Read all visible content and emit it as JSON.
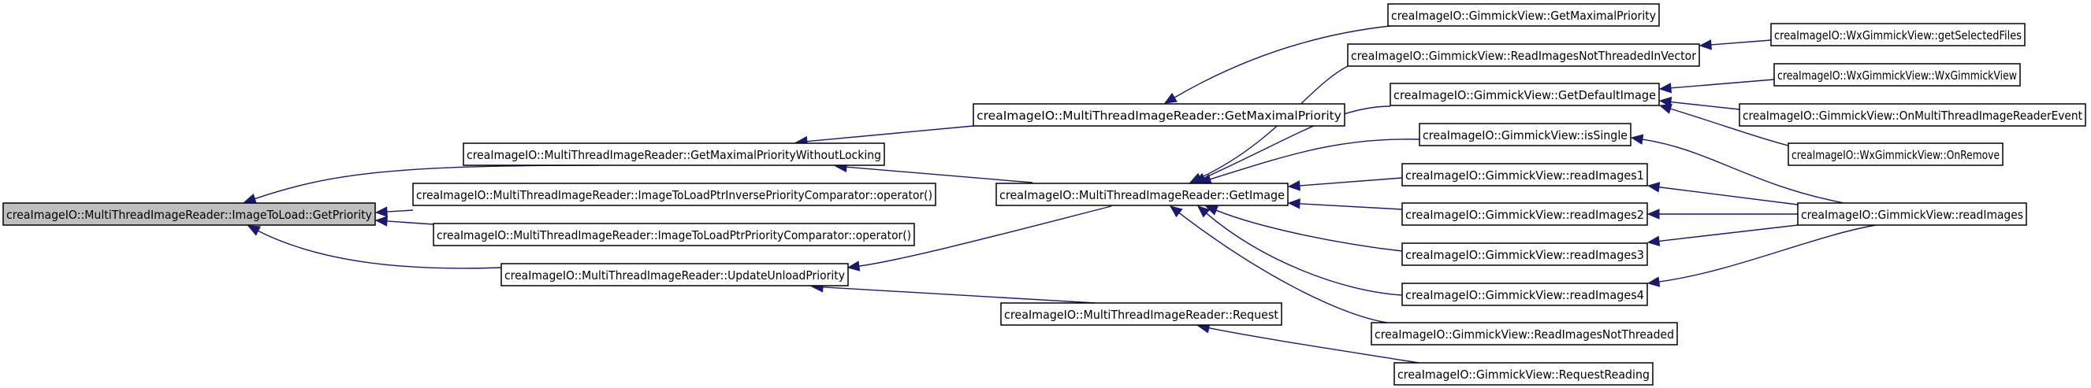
{
  "graph": {
    "colors": {
      "edge": "#191970",
      "node_border": "#000000",
      "root_fill": "#bfbfbf",
      "node_fill": "#ffffff"
    },
    "nodes": [
      {
        "id": "n0",
        "label": "creaImageIO::MultiThreadImageReader::ImageToLoad::GetPriority",
        "root": true
      },
      {
        "id": "n1",
        "label": "creaImageIO::MultiThreadImageReader::GetMaximalPriorityWithoutLocking"
      },
      {
        "id": "n2",
        "label": "creaImageIO::MultiThreadImageReader::ImageToLoadPtrInversePriorityComparator::operator()"
      },
      {
        "id": "n3",
        "label": "creaImageIO::MultiThreadImageReader::ImageToLoadPtrPriorityComparator::operator()"
      },
      {
        "id": "n4",
        "label": "creaImageIO::MultiThreadImageReader::UpdateUnloadPriority"
      },
      {
        "id": "n5",
        "label": "creaImageIO::MultiThreadImageReader::GetMaximalPriority"
      },
      {
        "id": "n6",
        "label": "creaImageIO::MultiThreadImageReader::GetImage"
      },
      {
        "id": "n7",
        "label": "creaImageIO::MultiThreadImageReader::Request"
      },
      {
        "id": "n8",
        "label": "creaImageIO::GimmickView::GetMaximalPriority"
      },
      {
        "id": "n9",
        "label": "creaImageIO::GimmickView::ReadImagesNotThreadedInVector"
      },
      {
        "id": "n10",
        "label": "creaImageIO::GimmickView::GetDefaultImage"
      },
      {
        "id": "n11",
        "label": "creaImageIO::GimmickView::isSingle"
      },
      {
        "id": "n12",
        "label": "creaImageIO::GimmickView::readImages1"
      },
      {
        "id": "n13",
        "label": "creaImageIO::GimmickView::readImages2"
      },
      {
        "id": "n14",
        "label": "creaImageIO::GimmickView::readImages3"
      },
      {
        "id": "n15",
        "label": "creaImageIO::GimmickView::readImages4"
      },
      {
        "id": "n16",
        "label": "creaImageIO::GimmickView::ReadImagesNotThreaded"
      },
      {
        "id": "n17",
        "label": "creaImageIO::GimmickView::RequestReading"
      },
      {
        "id": "n18",
        "label": "creaImageIO::WxGimmickView::getSelectedFiles"
      },
      {
        "id": "n19",
        "label": "creaImageIO::WxGimmickView::WxGimmickView"
      },
      {
        "id": "n20",
        "label": "creaImageIO::GimmickView::OnMultiThreadImageReaderEvent"
      },
      {
        "id": "n21",
        "label": "creaImageIO::WxGimmickView::OnRemove"
      },
      {
        "id": "n22",
        "label": "creaImageIO::GimmickView::readImages"
      }
    ],
    "edges": [
      {
        "from": "n1",
        "to": "n0"
      },
      {
        "from": "n2",
        "to": "n0"
      },
      {
        "from": "n3",
        "to": "n0"
      },
      {
        "from": "n4",
        "to": "n0"
      },
      {
        "from": "n5",
        "to": "n1"
      },
      {
        "from": "n6",
        "to": "n1"
      },
      {
        "from": "n6",
        "to": "n4"
      },
      {
        "from": "n7",
        "to": "n4"
      },
      {
        "from": "n9",
        "to": "n6"
      },
      {
        "from": "n10",
        "to": "n6"
      },
      {
        "from": "n11",
        "to": "n6"
      },
      {
        "from": "n12",
        "to": "n6"
      },
      {
        "from": "n13",
        "to": "n6"
      },
      {
        "from": "n14",
        "to": "n6"
      },
      {
        "from": "n15",
        "to": "n6"
      },
      {
        "from": "n16",
        "to": "n6"
      },
      {
        "from": "n9",
        "to": "n5"
      },
      {
        "from": "n17",
        "to": "n7"
      },
      {
        "from": "n18",
        "to": "n9"
      },
      {
        "from": "n19",
        "to": "n10"
      },
      {
        "from": "n20",
        "to": "n10"
      },
      {
        "from": "n21",
        "to": "n10"
      },
      {
        "from": "n22",
        "to": "n11"
      },
      {
        "from": "n22",
        "to": "n12"
      },
      {
        "from": "n22",
        "to": "n13"
      },
      {
        "from": "n22",
        "to": "n14"
      },
      {
        "from": "n22",
        "to": "n15"
      }
    ]
  }
}
